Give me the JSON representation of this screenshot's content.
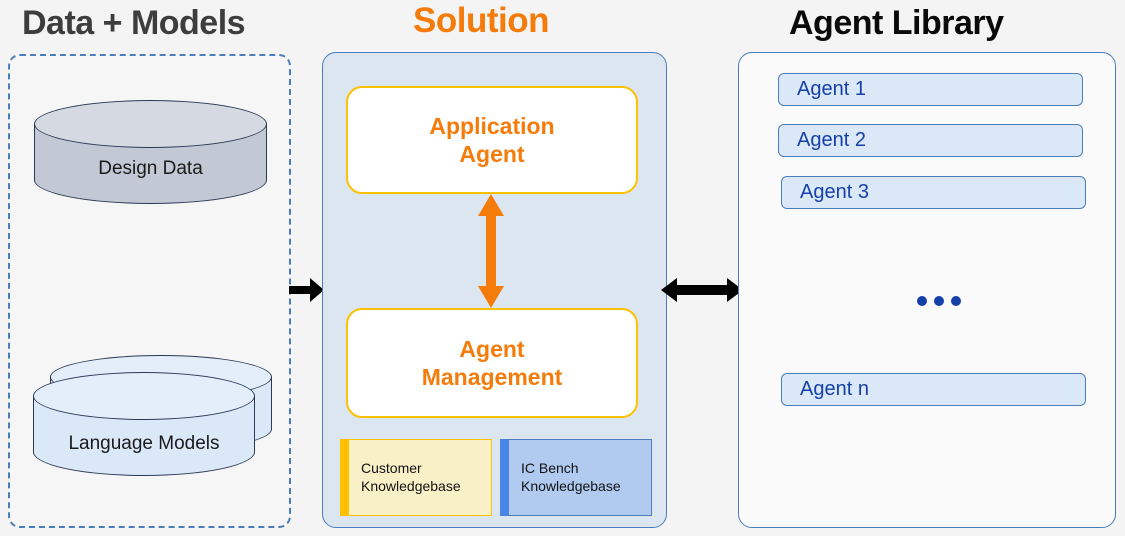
{
  "columns": {
    "data_models": {
      "title": "Data + Models",
      "title_color": "#3d3d3d",
      "items": [
        {
          "label": "Design  Data",
          "shape": "cylinder",
          "fill": "#c3c9d4"
        },
        {
          "label": "Language Models",
          "shape": "stacked-cylinder",
          "fill": "#dbe8f8"
        }
      ]
    },
    "solution": {
      "title": "Solution",
      "title_color": "#f57c0a",
      "panel_fill": "#dce6f1",
      "boxes": [
        {
          "label": "Application\nAgent",
          "line1": "Application",
          "line2": "Agent",
          "accent": "#ffc000",
          "text_color": "#f57c0a"
        },
        {
          "label": "Agent\nManagement",
          "line1": "Agent",
          "line2": "Management",
          "accent": "#ffc000",
          "text_color": "#f57c0a"
        }
      ],
      "knowledgebases": [
        {
          "line1": "Customer",
          "line2": "Knowledgebase",
          "fill": "#faf0c8",
          "accent": "#ffc000"
        },
        {
          "line1": "IC Bench",
          "line2": "Knowledgebase",
          "fill": "#b0caf0",
          "accent": "#4a86e8"
        }
      ],
      "internal_arrow": {
        "direction": "bidirectional-vertical",
        "color": "#f57c0a"
      }
    },
    "agent_library": {
      "title": "Agent Library",
      "title_color": "#0a0a0a",
      "agents": [
        {
          "label": "Agent 1"
        },
        {
          "label": "Agent 2"
        },
        {
          "label": "Agent 3"
        },
        {
          "label": "Agent n"
        }
      ],
      "ellipsis": "•••",
      "item_fill": "#dbe8f8",
      "item_text_color": "#1540a8"
    }
  },
  "connectors": [
    {
      "name": "data-to-solution",
      "direction": "right",
      "color": "#000000"
    },
    {
      "name": "solution-to-library",
      "direction": "bidirectional-horizontal",
      "color": "#000000"
    }
  ]
}
